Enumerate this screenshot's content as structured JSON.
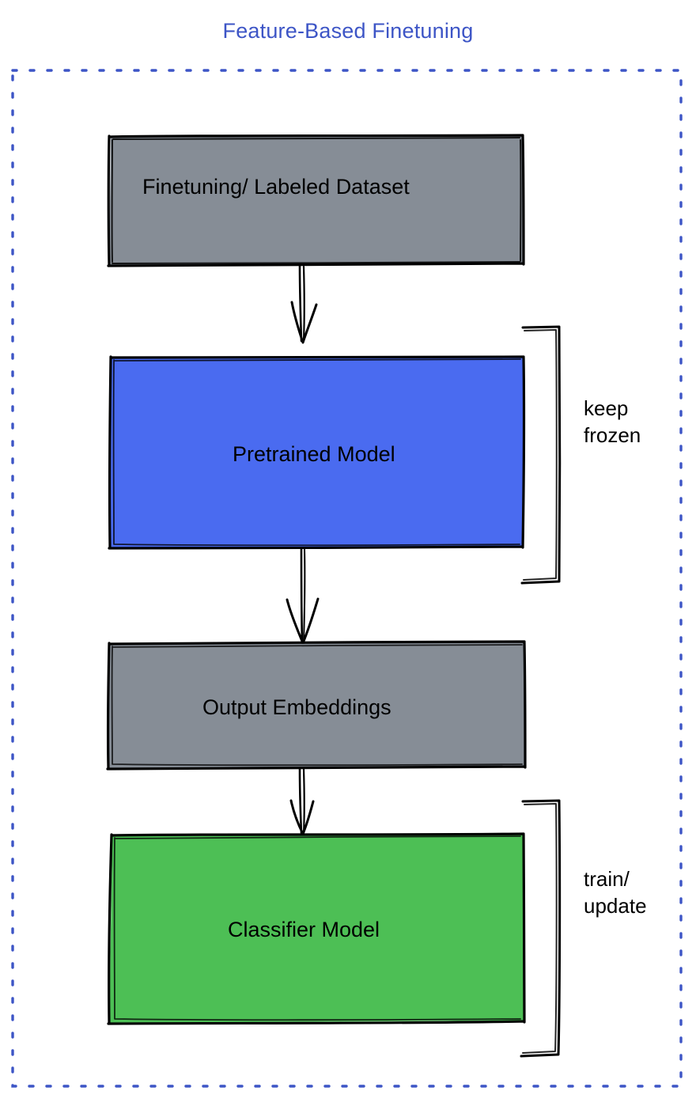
{
  "diagram": {
    "title": "Feature-Based Finetuning",
    "title_color": "#3d55c6",
    "border": {
      "style": "dashed",
      "color": "#3d55c6"
    },
    "nodes": [
      {
        "id": "dataset",
        "label": "Finetuning/ Labeled Dataset",
        "fill": "#868d96",
        "stroke": "#000000"
      },
      {
        "id": "pretrained",
        "label": "Pretrained Model",
        "fill": "#4a6bf0",
        "stroke": "#000000"
      },
      {
        "id": "embeddings",
        "label": "Output Embeddings",
        "fill": "#868d96",
        "stroke": "#000000"
      },
      {
        "id": "classifier",
        "label": "Classifier Model",
        "fill": "#4dbf55",
        "stroke": "#000000"
      }
    ],
    "annotations": [
      {
        "id": "keep-frozen",
        "lines": [
          "keep",
          "frozen"
        ],
        "text": "keep\nfrozen",
        "targets": "pretrained"
      },
      {
        "id": "train-update",
        "lines": [
          "train/",
          "update"
        ],
        "text": "train/\nupdate",
        "targets": "classifier"
      }
    ],
    "edges": [
      {
        "from": "dataset",
        "to": "pretrained",
        "arrow": "down"
      },
      {
        "from": "pretrained",
        "to": "embeddings",
        "arrow": "down"
      },
      {
        "from": "embeddings",
        "to": "classifier",
        "arrow": "down"
      }
    ]
  }
}
